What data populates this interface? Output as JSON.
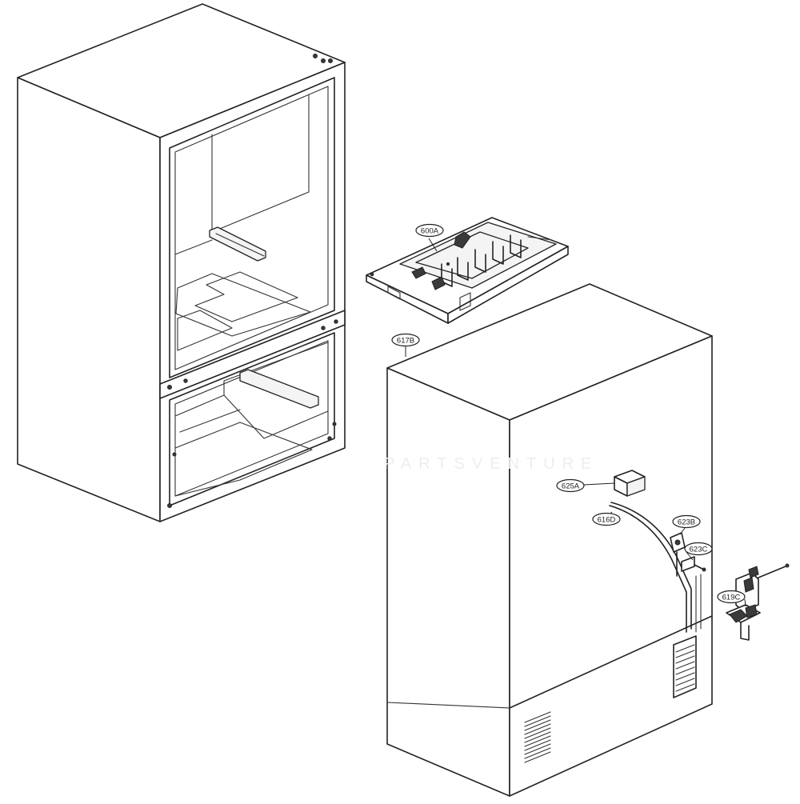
{
  "diagram": {
    "callouts": [
      {
        "id": "callout-600a",
        "label": "600A"
      },
      {
        "id": "callout-617b",
        "label": "617B"
      },
      {
        "id": "callout-625a",
        "label": "625A"
      },
      {
        "id": "callout-616d",
        "label": "616D"
      },
      {
        "id": "callout-623b",
        "label": "623B"
      },
      {
        "id": "callout-623c",
        "label": "623C"
      },
      {
        "id": "callout-619c",
        "label": "619C"
      }
    ],
    "watermark": "PARTSVENTURE"
  }
}
